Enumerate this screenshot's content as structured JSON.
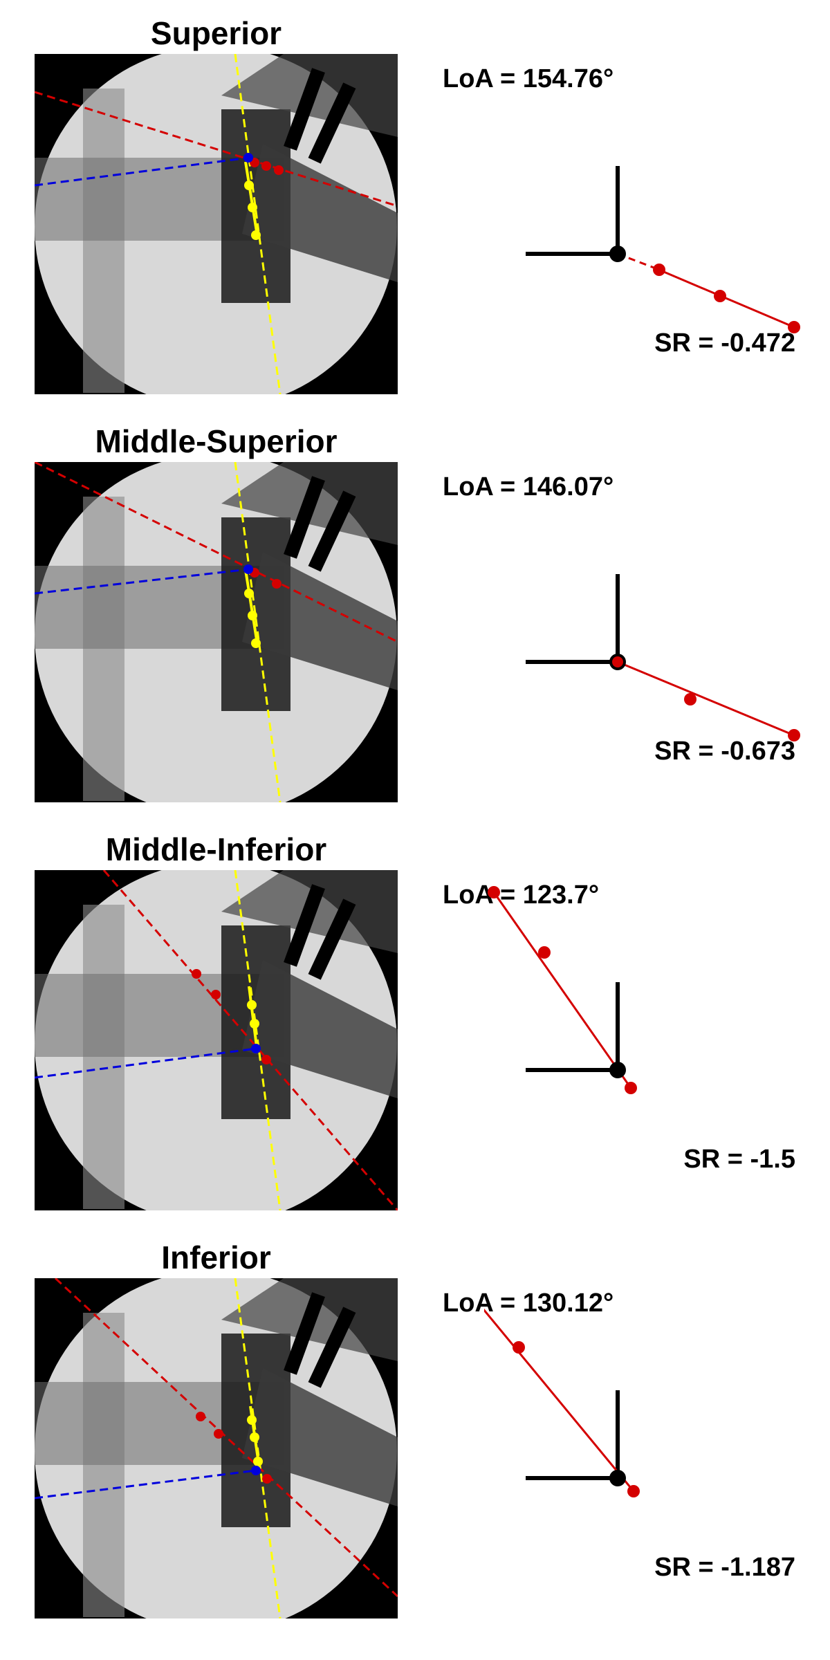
{
  "panels": [
    {
      "title": "Superior",
      "loa": "LoA = 154.76°",
      "sr": "SR = -0.472",
      "angle": 154.76
    },
    {
      "title": "Middle-Superior",
      "loa": "LoA = 146.07°",
      "sr": "SR = -0.673",
      "angle": 146.07
    },
    {
      "title": "Middle-Inferior",
      "loa": "LoA = 123.7°",
      "sr": "SR = -1.5",
      "angle": 123.7
    },
    {
      "title": "Inferior",
      "loa": "LoA = 130.12°",
      "sr": "SR = -1.187",
      "angle": 130.12
    }
  ],
  "colors": {
    "reference": "#d40000",
    "spine": "#ffff00",
    "blue": "#0000dd",
    "axes": "#000000"
  }
}
